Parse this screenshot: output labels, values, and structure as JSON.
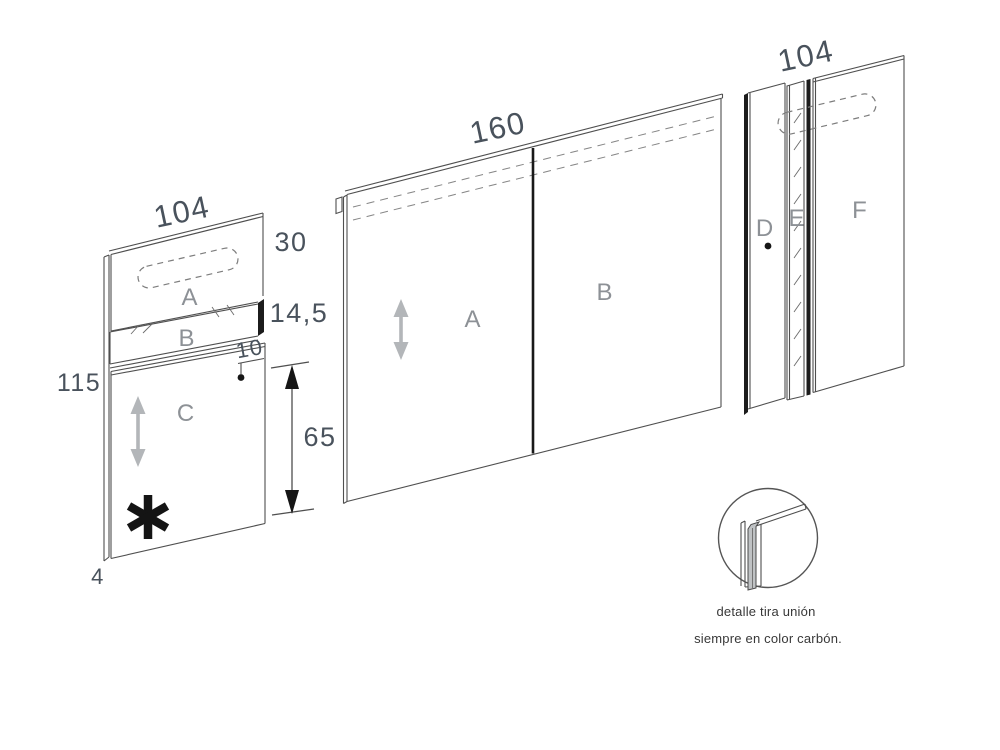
{
  "colors": {
    "background": "#ffffff",
    "outline": "#4f4f4f",
    "dark_edge": "#1c1c1c",
    "dimension_text": "#49525c",
    "section_label_text": "#8d9196",
    "slide_arrow_gray": "#b3b6b9",
    "union_strip_gray": "#bfc2c4"
  },
  "left_assembly": {
    "width_dim": "104",
    "section_a_label": "A",
    "section_b_label": "B",
    "section_c_label": "C",
    "top_section_height_dim": "30",
    "band_height_dim": "14,5",
    "hole_offset_dim": "10",
    "side_height_dim": "115",
    "travel_dim": "65",
    "base_thickness_dim": "4"
  },
  "middle_assembly": {
    "width_dim": "160",
    "left_door_label": "A",
    "right_door_label": "B"
  },
  "right_assembly": {
    "width_dim": "104",
    "door_d_label": "D",
    "strip_e_label": "E",
    "door_f_label": "F"
  },
  "detail_callout": {
    "caption_line_1": "detalle tira unión",
    "caption_line_2": "siempre en color carbón."
  },
  "icons": {
    "slide_arrow": "vertical-double-arrow",
    "drill_hole": "dot",
    "asterisk_marker": "heavy-asterisk"
  }
}
